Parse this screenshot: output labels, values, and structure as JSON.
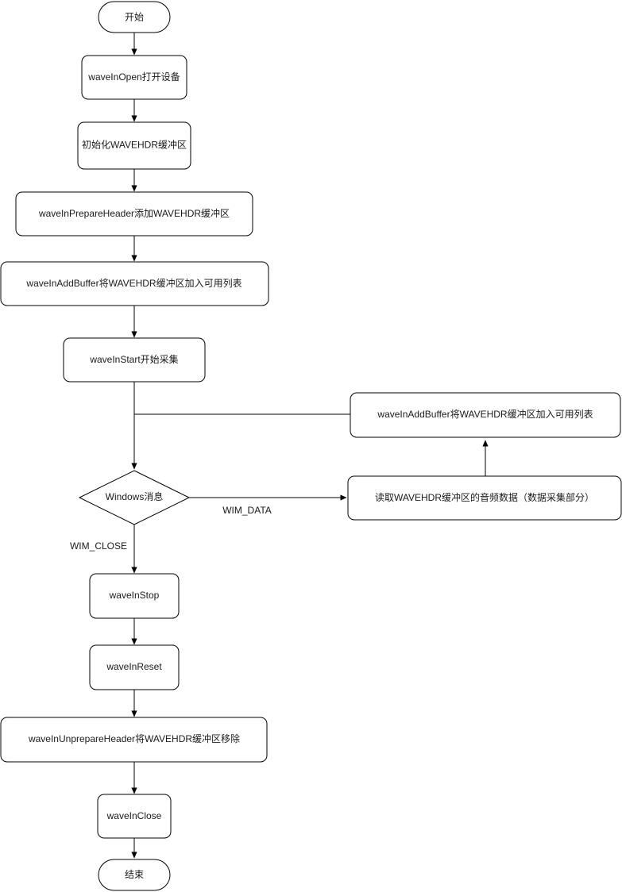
{
  "diagram": {
    "type": "flowchart",
    "orientation": "top-to-bottom",
    "background_color": "#ffffff",
    "stroke_color": "#000000",
    "text_color": "#1a1a1a",
    "nodes": [
      {
        "id": "start",
        "shape": "terminator",
        "label": "开始"
      },
      {
        "id": "open",
        "shape": "process",
        "label": "waveInOpen打开设备"
      },
      {
        "id": "init",
        "shape": "process",
        "label": "初始化WAVEHDR缓冲区"
      },
      {
        "id": "prepare",
        "shape": "process",
        "label": "waveInPrepareHeader添加WAVEHDR缓冲区"
      },
      {
        "id": "addbuffer",
        "shape": "process",
        "label": "waveInAddBuffer将WAVEHDR缓冲区加入可用列表"
      },
      {
        "id": "startcapture",
        "shape": "process",
        "label": "waveInStart开始采集"
      },
      {
        "id": "decision",
        "shape": "decision",
        "label": "Windows消息"
      },
      {
        "id": "addbuffer_loop",
        "shape": "process",
        "label": "waveInAddBuffer将WAVEHDR缓冲区加入可用列表"
      },
      {
        "id": "readdata",
        "shape": "process",
        "label": "读取WAVEHDR缓冲区的音频数据（数据采集部分）"
      },
      {
        "id": "stop",
        "shape": "process",
        "label": "waveInStop"
      },
      {
        "id": "reset",
        "shape": "process",
        "label": "waveInReset"
      },
      {
        "id": "unprepare",
        "shape": "process",
        "label": "waveInUnprepareHeader将WAVEHDR缓冲区移除"
      },
      {
        "id": "close",
        "shape": "process",
        "label": "waveInClose"
      },
      {
        "id": "end",
        "shape": "terminator",
        "label": "结束"
      }
    ],
    "edges": [
      {
        "from": "start",
        "to": "open",
        "label": ""
      },
      {
        "from": "open",
        "to": "init",
        "label": ""
      },
      {
        "from": "init",
        "to": "prepare",
        "label": ""
      },
      {
        "from": "prepare",
        "to": "addbuffer",
        "label": ""
      },
      {
        "from": "addbuffer",
        "to": "startcapture",
        "label": ""
      },
      {
        "from": "startcapture",
        "to": "decision",
        "label": ""
      },
      {
        "from": "decision",
        "to": "readdata",
        "label": "WIM_DATA"
      },
      {
        "from": "decision",
        "to": "stop",
        "label": "WIM_CLOSE"
      },
      {
        "from": "readdata",
        "to": "addbuffer_loop",
        "label": ""
      },
      {
        "from": "addbuffer_loop",
        "to": "startcapture",
        "label": ""
      },
      {
        "from": "stop",
        "to": "reset",
        "label": ""
      },
      {
        "from": "reset",
        "to": "unprepare",
        "label": ""
      },
      {
        "from": "unprepare",
        "to": "close",
        "label": ""
      },
      {
        "from": "close",
        "to": "end",
        "label": ""
      }
    ],
    "edge_labels": {
      "wim_data": "WIM_DATA",
      "wim_close": "WIM_CLOSE"
    }
  }
}
